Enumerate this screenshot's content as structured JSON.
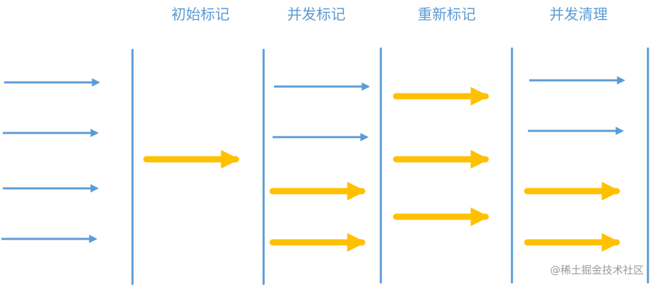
{
  "phases": [
    {
      "label": "初始标记"
    },
    {
      "label": "并发标记"
    },
    {
      "label": "重新标记"
    },
    {
      "label": "并发清理"
    }
  ],
  "watermark": {
    "text": "@稀土掘金技术社区"
  },
  "colors": {
    "thread_blue": "#5b9bd5",
    "gc_yellow": "#ffc000",
    "label_blue": "#5b9bd5",
    "watermark_gray": "#999999"
  }
}
